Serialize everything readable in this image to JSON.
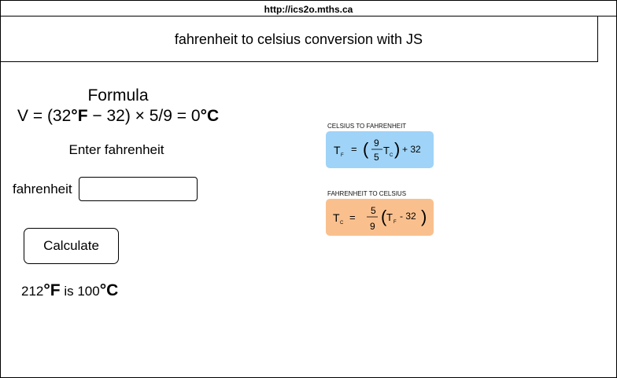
{
  "browser": {
    "url": "http://ics2o.mths.ca"
  },
  "header": {
    "title": "fahrenheit to celsius conversion with JS"
  },
  "formula": {
    "title": "Formula",
    "prefix": "V = (32",
    "unit_f": "°F",
    "middle": " − 32) × 5/9 = 0",
    "unit_c": "°C"
  },
  "form": {
    "instruction": "Enter fahrenheit",
    "field_label": "fahrenheit",
    "field_value": "",
    "field_placeholder": "",
    "button_label": "Calculate"
  },
  "result": {
    "input_value": "212",
    "unit_f": "°F",
    "connector": " is ",
    "output_value": "100",
    "unit_c": "°C"
  },
  "reference_cards": [
    {
      "label": "CELSIUS TO FAHRENHEIT",
      "color": "#9fd3f7",
      "lhs": "T",
      "lhs_sub": "F",
      "numerator": "9",
      "denominator": "5",
      "var": "T",
      "var_sub": "C",
      "tail": "+ 32"
    },
    {
      "label": "FAHRENHEIT TO CELSIUS",
      "color": "#f9c08e",
      "lhs": "T",
      "lhs_sub": "C",
      "numerator": "5",
      "denominator": "9",
      "var": "T",
      "var_sub": "F",
      "tail": "- 32"
    }
  ]
}
